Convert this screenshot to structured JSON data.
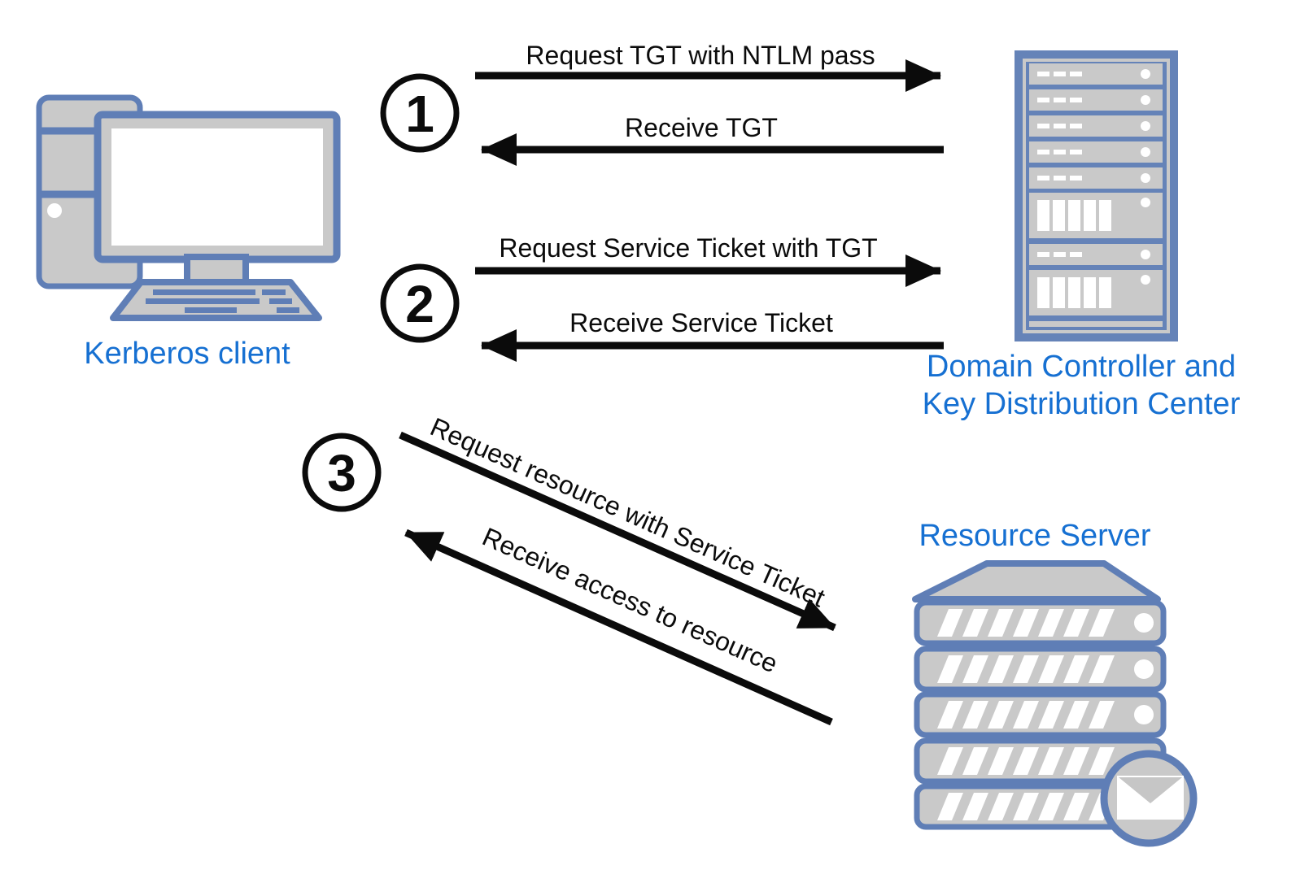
{
  "diagram": {
    "nodes": {
      "client": {
        "label": "Kerberos client",
        "icon": "desktop-computer-icon"
      },
      "domain_controller": {
        "label_line1": "Domain Controller and",
        "label_line2": "Key Distribution Center",
        "icon": "server-rack-icon"
      },
      "resource_server": {
        "label": "Resource Server",
        "icon": "server-stack-icon",
        "badge_icon": "envelope-icon"
      }
    },
    "steps": [
      {
        "number": "1",
        "request": "Request TGT with NTLM pass",
        "response": "Receive TGT"
      },
      {
        "number": "2",
        "request": "Request Service Ticket with TGT",
        "response": "Receive Service Ticket"
      },
      {
        "number": "3",
        "request": "Request resource with Service Ticket",
        "response": "Receive access to resource"
      }
    ],
    "colors": {
      "label_blue": "#1670d2",
      "icon_blue": "#5f7eb6",
      "icon_gray": "#c9c9c9",
      "arrow_black": "#0b0b0b"
    }
  }
}
